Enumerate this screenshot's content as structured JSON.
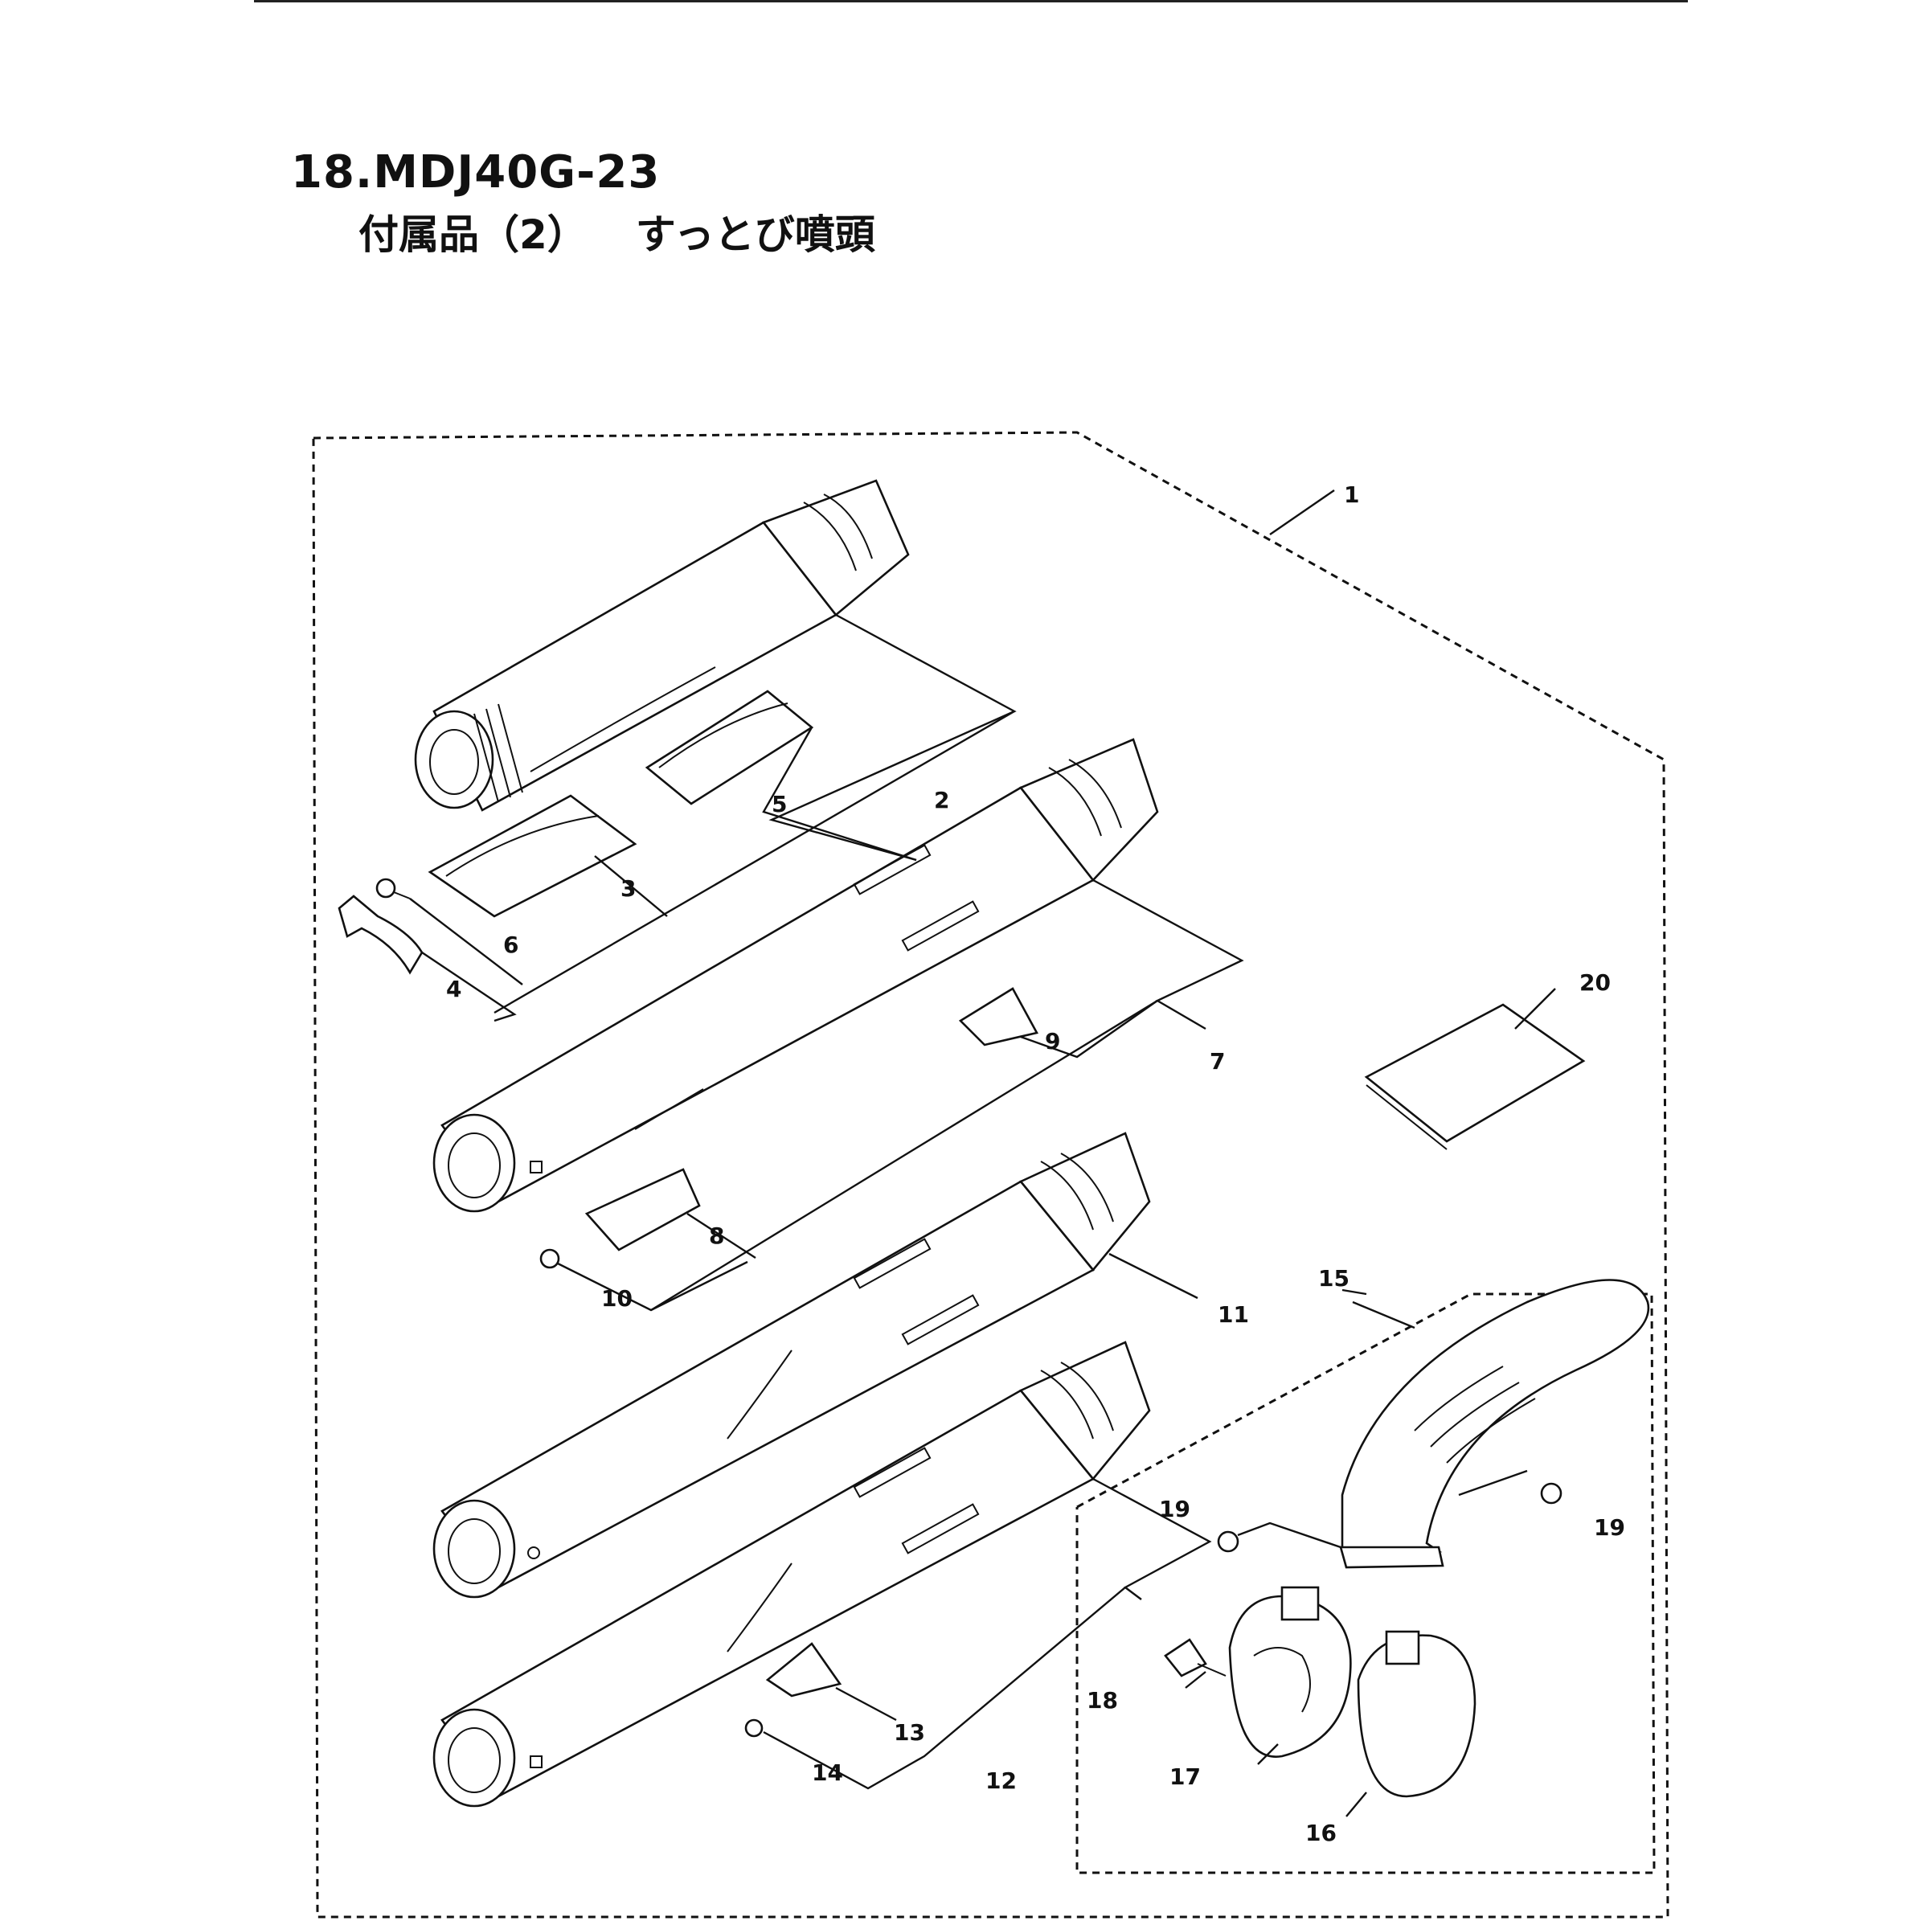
{
  "header": {
    "title": "18.MDJ40G-23",
    "subtitle_left": "付属品（2）",
    "subtitle_right": "すっとび噴頭"
  },
  "callouts": [
    "1",
    "2",
    "3",
    "4",
    "5",
    "6",
    "7",
    "8",
    "9",
    "10",
    "11",
    "12",
    "13",
    "14",
    "15",
    "16",
    "17",
    "18",
    "19",
    "19",
    "20"
  ]
}
